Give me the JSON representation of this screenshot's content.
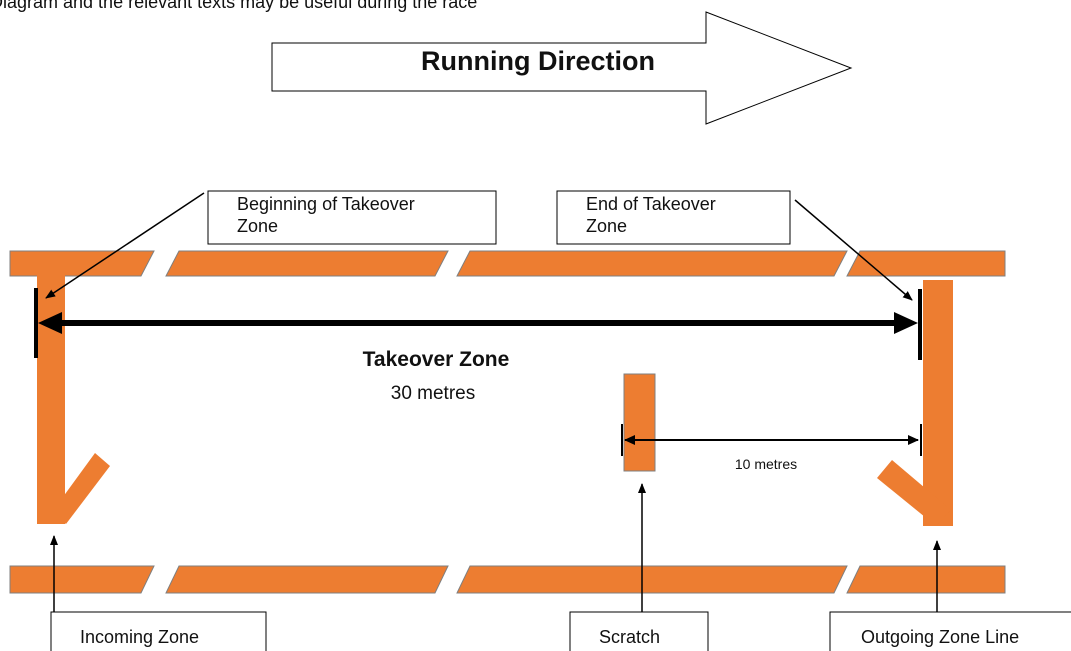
{
  "header_text": "Diagram and the relevant texts may be useful during the race",
  "running_direction": "Running Direction",
  "labels": {
    "beginning": [
      "Beginning of Takeover",
      "Zone"
    ],
    "end": [
      "End of Takeover",
      "Zone"
    ],
    "incoming": "Incoming Zone",
    "scratch": "Scratch",
    "outgoing": "Outgoing Zone Line"
  },
  "takeover_zone": {
    "title": "Takeover Zone",
    "distance": "30 metres"
  },
  "scratch_distance": "10 metres",
  "colors": {
    "track": "#ED7D31",
    "track_edge": "#7f7f7f",
    "ink": "#000000"
  }
}
